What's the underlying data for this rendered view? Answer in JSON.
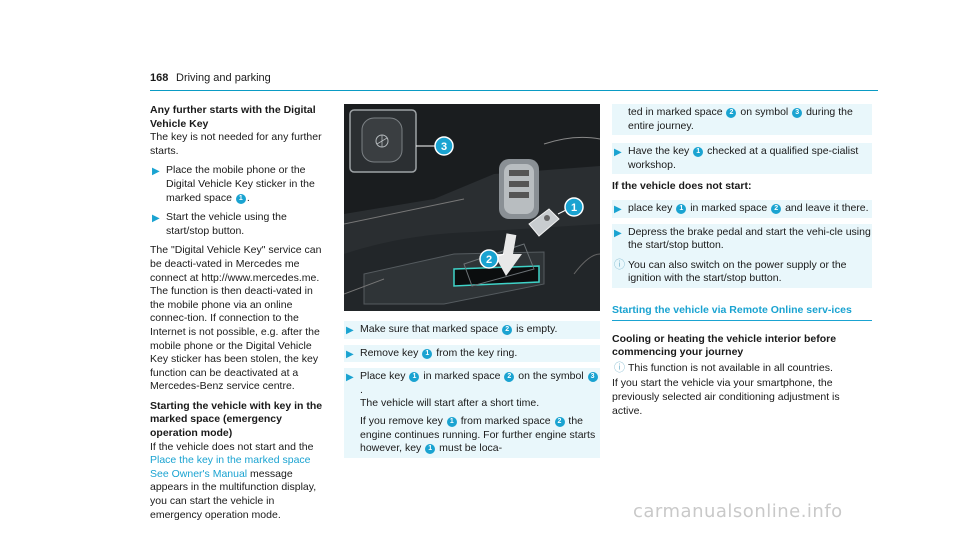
{
  "header": {
    "page_number": "168",
    "section_title": "Driving and parking"
  },
  "col1": {
    "heading": "Any further starts with the Digital Vehicle Key",
    "intro": "The key is not needed for any further starts.",
    "step1": {
      "a": "Place the mobile phone or the Digital Vehicle Key sticker in the marked space ",
      "n": "1",
      "b": "."
    },
    "step2": "Start the vehicle using the start/stop button.",
    "body": "The \"Digital Vehicle Key\" service can be deacti-vated in Mercedes me connect at http://www.mercedes.me. The function is then deacti-vated in the mobile phone via an online connec-tion. If connection to the Internet is not possible, e.g. after the mobile phone or the Digital Vehicle Key sticker has been stolen, the key function can be deactivated at a Mercedes-Benz service centre.",
    "heading2": "Starting the vehicle with key in the marked space (emergency operation mode)",
    "body2_a": "If the vehicle does not start and the ",
    "body2_link": "Place the key in the marked space See Owner's Manual",
    "body2_b": " message appears in the multifunction display, you can start the vehicle in emergency operation mode."
  },
  "figure": {
    "callouts": [
      "1",
      "2",
      "3"
    ],
    "colors": {
      "callout_fill": "#1aa3d1",
      "panel_bg": "#1a1d1f"
    }
  },
  "col2": {
    "step1": {
      "a": "Make sure that marked space ",
      "n": "2",
      "b": " is empty."
    },
    "step2": {
      "a": "Remove key ",
      "n": "1",
      "b": " from the key ring."
    },
    "step3": {
      "a": "Place key ",
      "n1": "1",
      "b": " in marked space ",
      "n2": "2",
      "c": " on the symbol ",
      "n3": "3",
      "d": ".",
      "line2": "The vehicle will start after a short time.",
      "line3_a": "If you remove key ",
      "line3_n1": "1",
      "line3_b": " from marked space ",
      "line3_n2": "2",
      "line3_c": " the engine continues running. For further engine starts however, key ",
      "line3_n3": "1",
      "line3_d": " must be loca-"
    }
  },
  "col3": {
    "cont": {
      "a": "ted in marked space ",
      "n1": "2",
      "b": " on symbol ",
      "n2": "3",
      "c": " during the entire journey."
    },
    "step1": {
      "a": "Have the key ",
      "n": "1",
      "b": " checked at a qualified spe-cialist workshop."
    },
    "heading": "If the vehicle does not start:",
    "step2": {
      "a": "place key ",
      "n1": "1",
      "b": " in marked space ",
      "n2": "2",
      "c": " and leave it there."
    },
    "step3": "Depress the brake pedal and start the vehi-cle using the start/stop button.",
    "note1": "You can also switch on the power supply or the ignition with the start/stop button.",
    "blue_heading": "Starting the vehicle via Remote Online serv-ices",
    "heading2": "Cooling or heating the vehicle interior before commencing your journey",
    "note2": "This function is not available in all countries.",
    "body": "If you start the vehicle via your smartphone, the previously selected air conditioning adjustment is active."
  },
  "watermark": "carmanualsonline.info"
}
